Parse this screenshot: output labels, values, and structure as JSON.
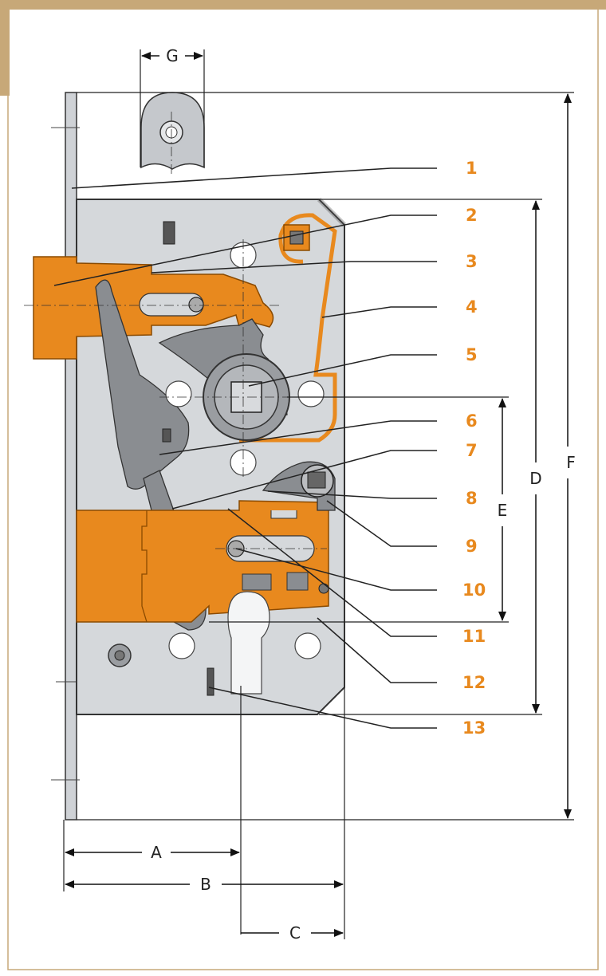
{
  "colors": {
    "accent": "#e8891e",
    "accent_dark": "#c86f10",
    "parts_grey": "#8a8d91",
    "plate_grey": "#d5d8db",
    "corner_tan": "#c7a878",
    "line": "#222222"
  },
  "callouts": [
    "1",
    "2",
    "3",
    "4",
    "5",
    "6",
    "7",
    "8",
    "9",
    "10",
    "11",
    "12",
    "13"
  ],
  "dimensions": {
    "A": "A",
    "B": "B",
    "C": "C",
    "D": "D",
    "E": "E",
    "F": "F",
    "G": "G"
  }
}
